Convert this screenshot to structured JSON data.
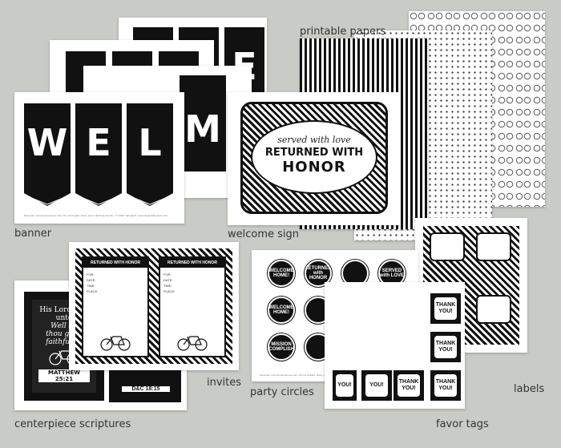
{
  "labels": {
    "printable_papers": "printable papers",
    "banner": "banner",
    "welcome_sign": "welcome sign",
    "invites": "invites",
    "party_circles": "party circles",
    "labels": "labels",
    "centerpiece_scriptures": "centerpiece scriptures",
    "favor_tags": "favor tags"
  },
  "banner": {
    "letters": [
      "W",
      "E",
      "L"
    ],
    "back_letters": [
      "M",
      "E"
    ],
    "footer": "Personal / noncommercial use only • Do not forward, share, sell or distribute this file • © Kristin Yarnadovit • www.designedbyannie.com"
  },
  "welcome_sign": {
    "line1": "served with love",
    "line2": "RETURNED WITH",
    "line3": "HONOR"
  },
  "invites": {
    "title": "RETURNED WITH HONOR",
    "fields": [
      "FOR:",
      "DATE:",
      "TIME:",
      "PLACE:"
    ]
  },
  "party_circles": {
    "items": [
      "WELCOME HOME!",
      "RETURNED with HONOR",
      "",
      "SERVED with LOVE",
      "WELCOME HOME!",
      "",
      "",
      "SERVED with LOVE",
      "MISSION ACCOMPLISHED",
      "",
      "",
      "MISSION ACCOMPLISHED"
    ],
    "footer": "Personal / noncommercial use only • Do not forward, share, sell or distribute this file • www.designedbyannie.com"
  },
  "scriptures": {
    "text1": "His Lord said unto",
    "text2": "Well do",
    "text3": "thou good",
    "text4": "faithful se",
    "ref1": "MATTHEW 25:21",
    "ref2": "D&C 18:15"
  },
  "favor_tags": {
    "text": "THANK YOU!",
    "short": "YOU!"
  }
}
